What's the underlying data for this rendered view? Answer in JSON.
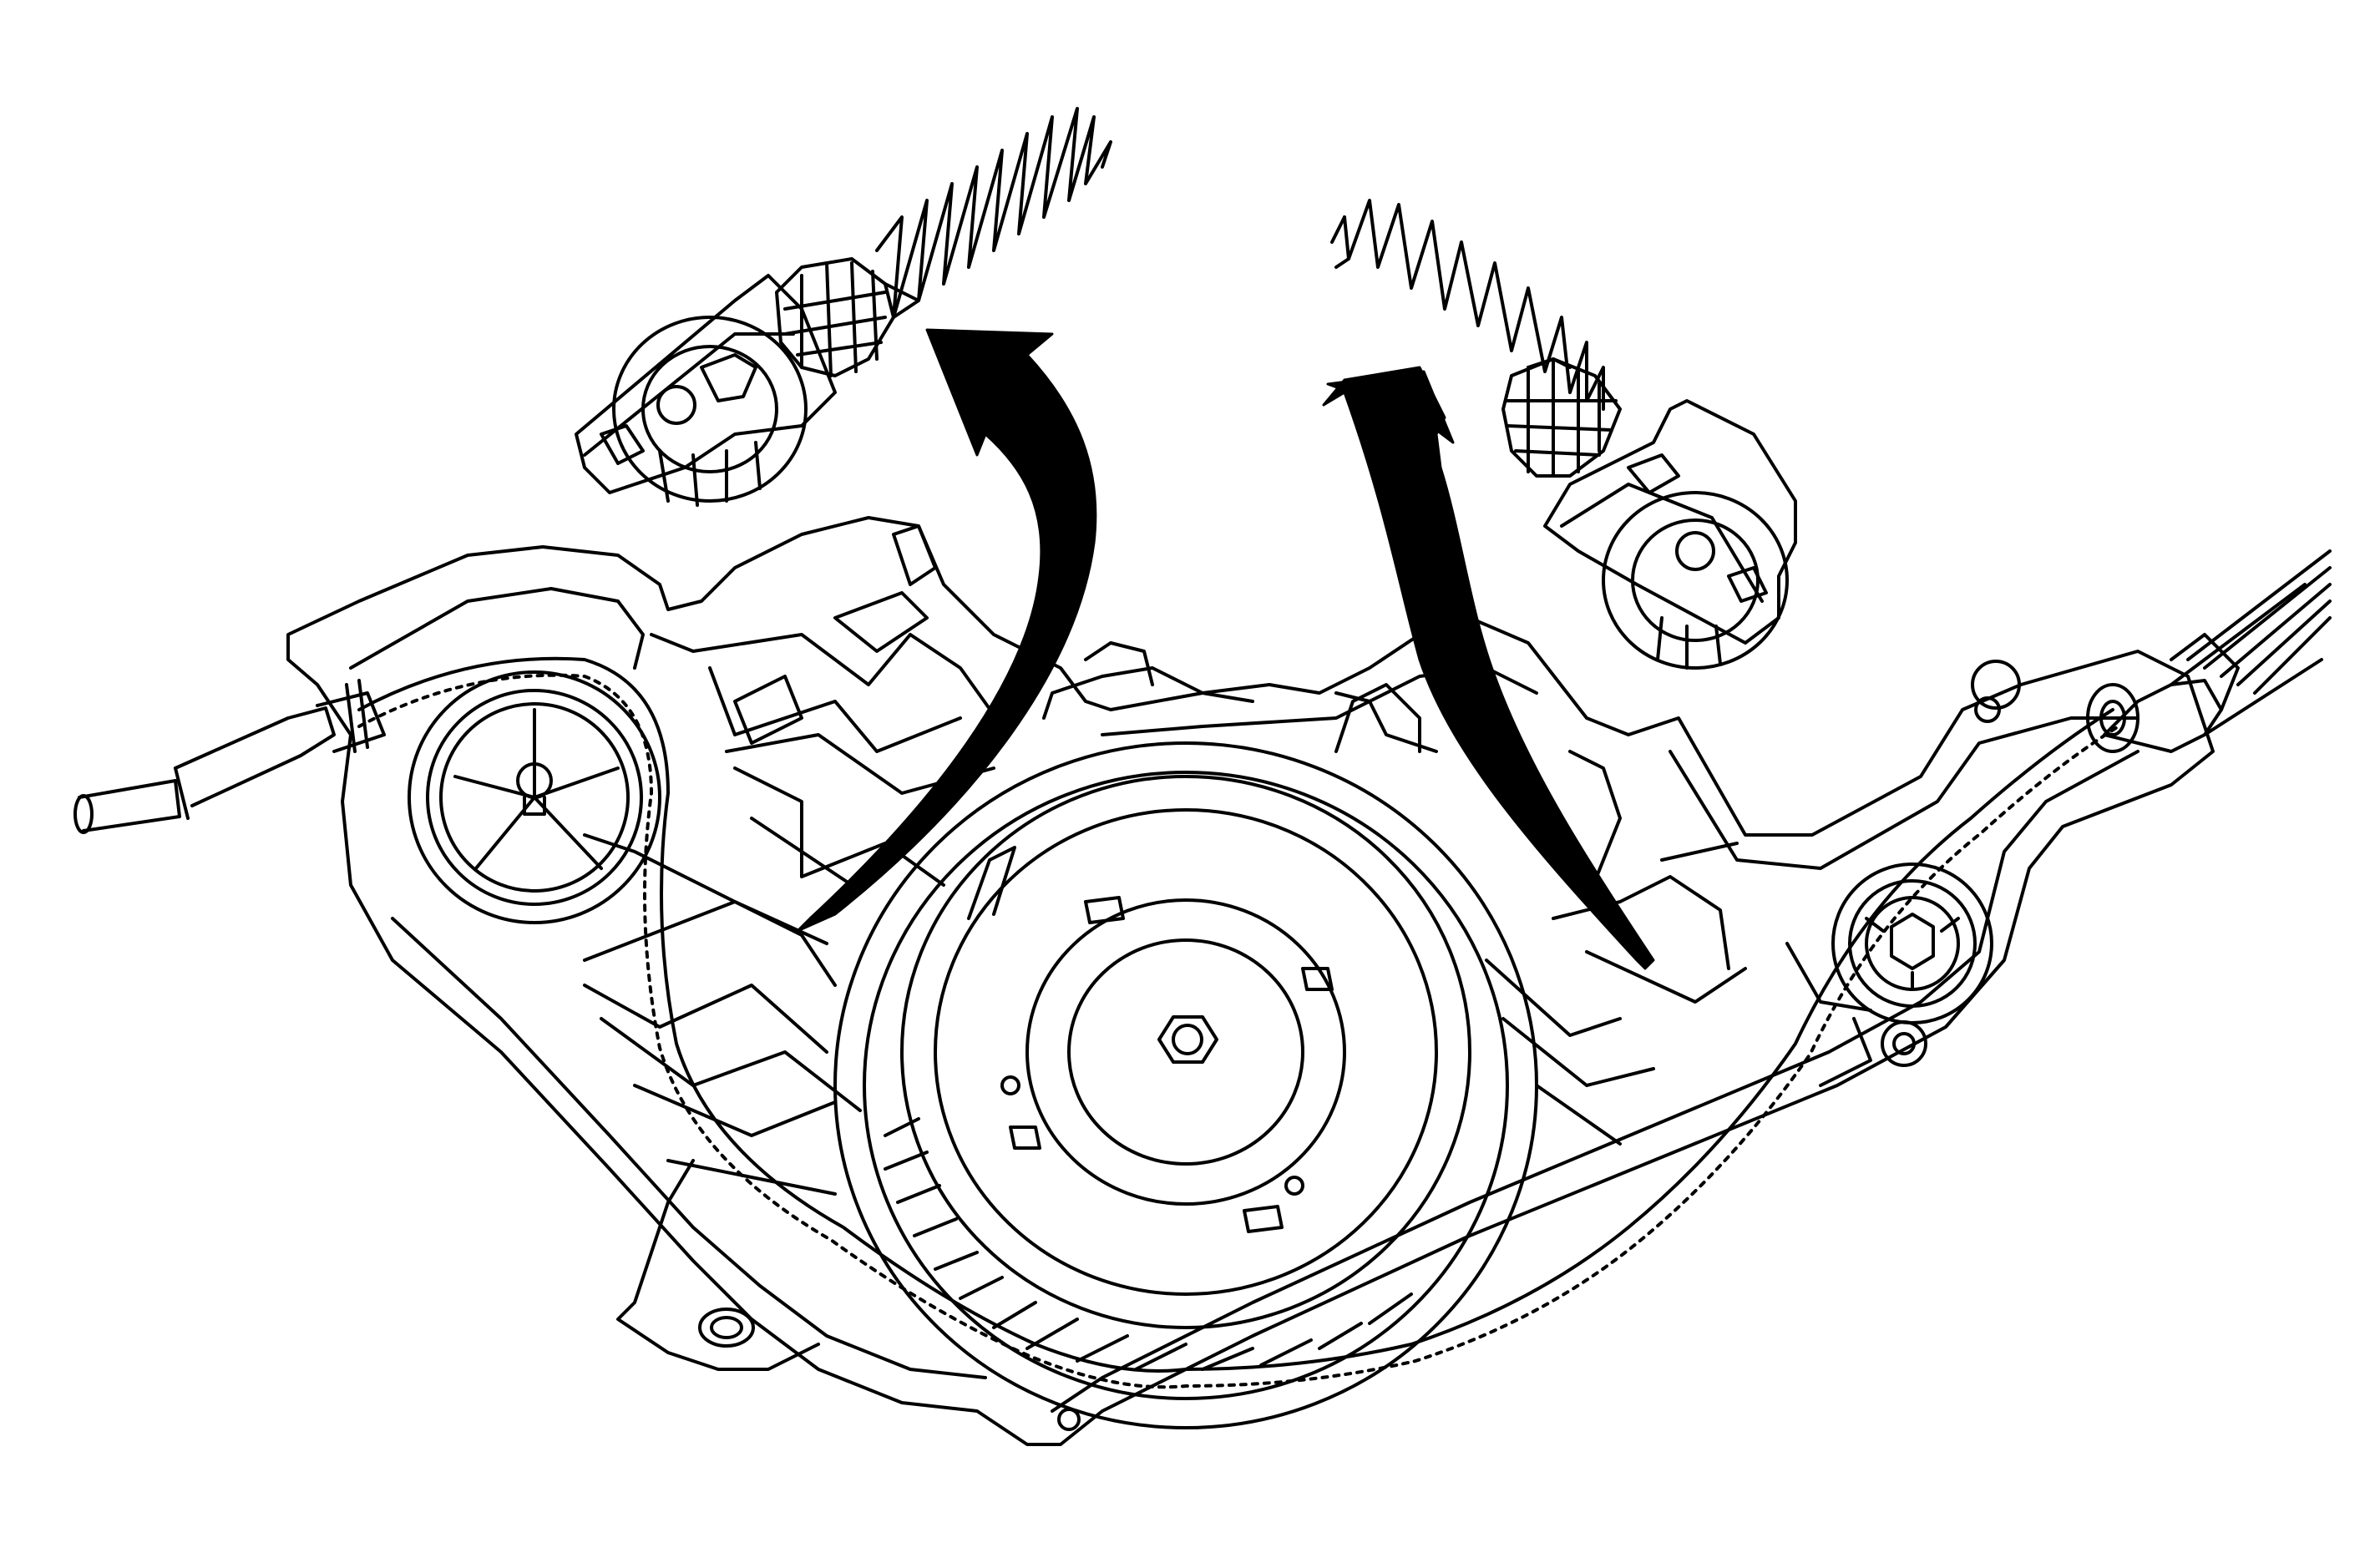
{
  "diagram": {
    "subject": "pulley-cable-assembly-exploded",
    "text_labels": [],
    "colors": {
      "line": "#000000",
      "background": "#ffffff",
      "arrow_fill": "#000000"
    },
    "parts": [
      {
        "name": "housing"
      },
      {
        "name": "center-drive-drum"
      },
      {
        "name": "left-idler-pulley"
      },
      {
        "name": "right-idler-pulley"
      },
      {
        "name": "drive-cable"
      },
      {
        "name": "left-cable-sheath"
      },
      {
        "name": "right-cable-sheath"
      },
      {
        "name": "left-tensioner-spring"
      },
      {
        "name": "right-tensioner-spring"
      },
      {
        "name": "left-tensioner-bracket"
      },
      {
        "name": "right-tensioner-bracket"
      },
      {
        "name": "left-removal-arrow"
      },
      {
        "name": "right-removal-arrow"
      }
    ]
  }
}
